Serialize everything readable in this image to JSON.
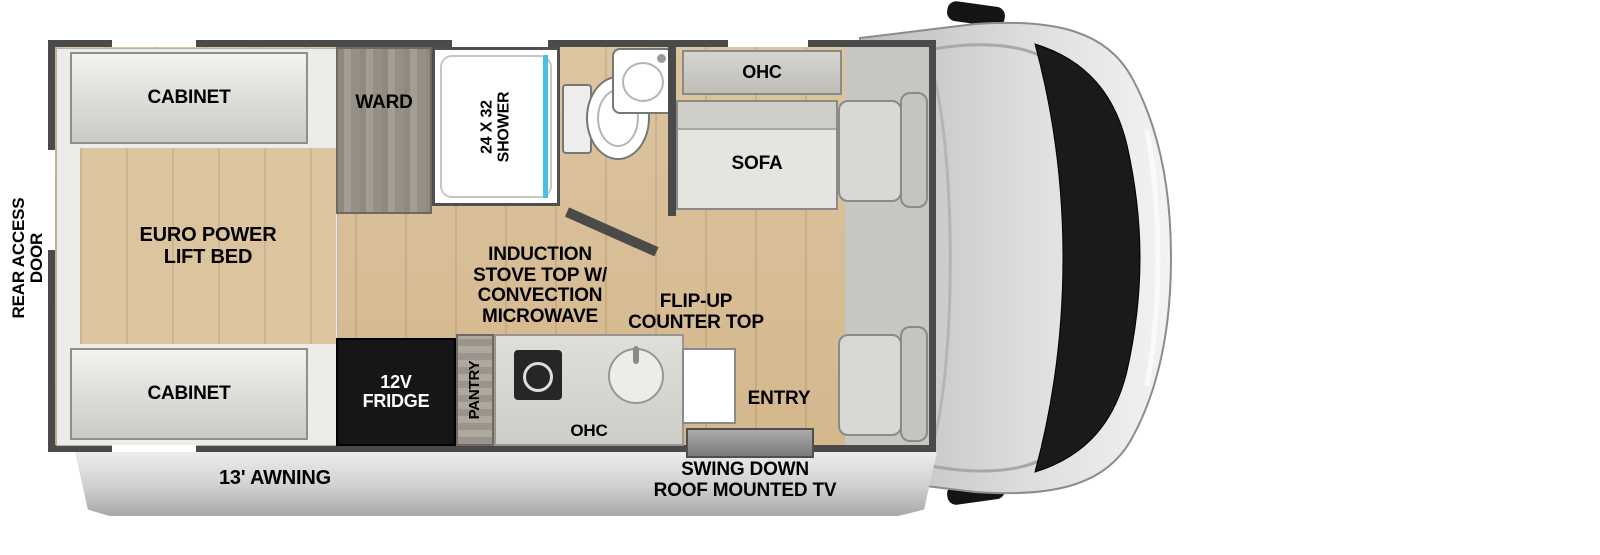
{
  "labels": {
    "rear_access": "REAR ACCESS\nDOOR",
    "cabinet_top": "CABINET",
    "cabinet_bottom": "CABINET",
    "bed": "EURO POWER\nLIFT BED",
    "ward": "WARD",
    "shower": "24 X 32\nSHOWER",
    "ohc_top": "OHC",
    "sofa": "SOFA",
    "induction": "INDUCTION\nSTOVE TOP W/\nCONVECTION\nMICROWAVE",
    "flip_up": "FLIP-UP\nCOUNTER TOP",
    "fridge": "12V\nFRIDGE",
    "pantry": "PANTRY",
    "ohc_bottom": "OHC",
    "entry": "ENTRY",
    "tv": "SWING DOWN\nROOF MOUNTED TV",
    "awning": "13' AWNING"
  },
  "colors": {
    "wall": "#4a4a4a",
    "floor": "#d8bf9a",
    "shower_glass": "#49c0e0",
    "fridge": "#161616",
    "windshield": "#1a1a1a"
  }
}
